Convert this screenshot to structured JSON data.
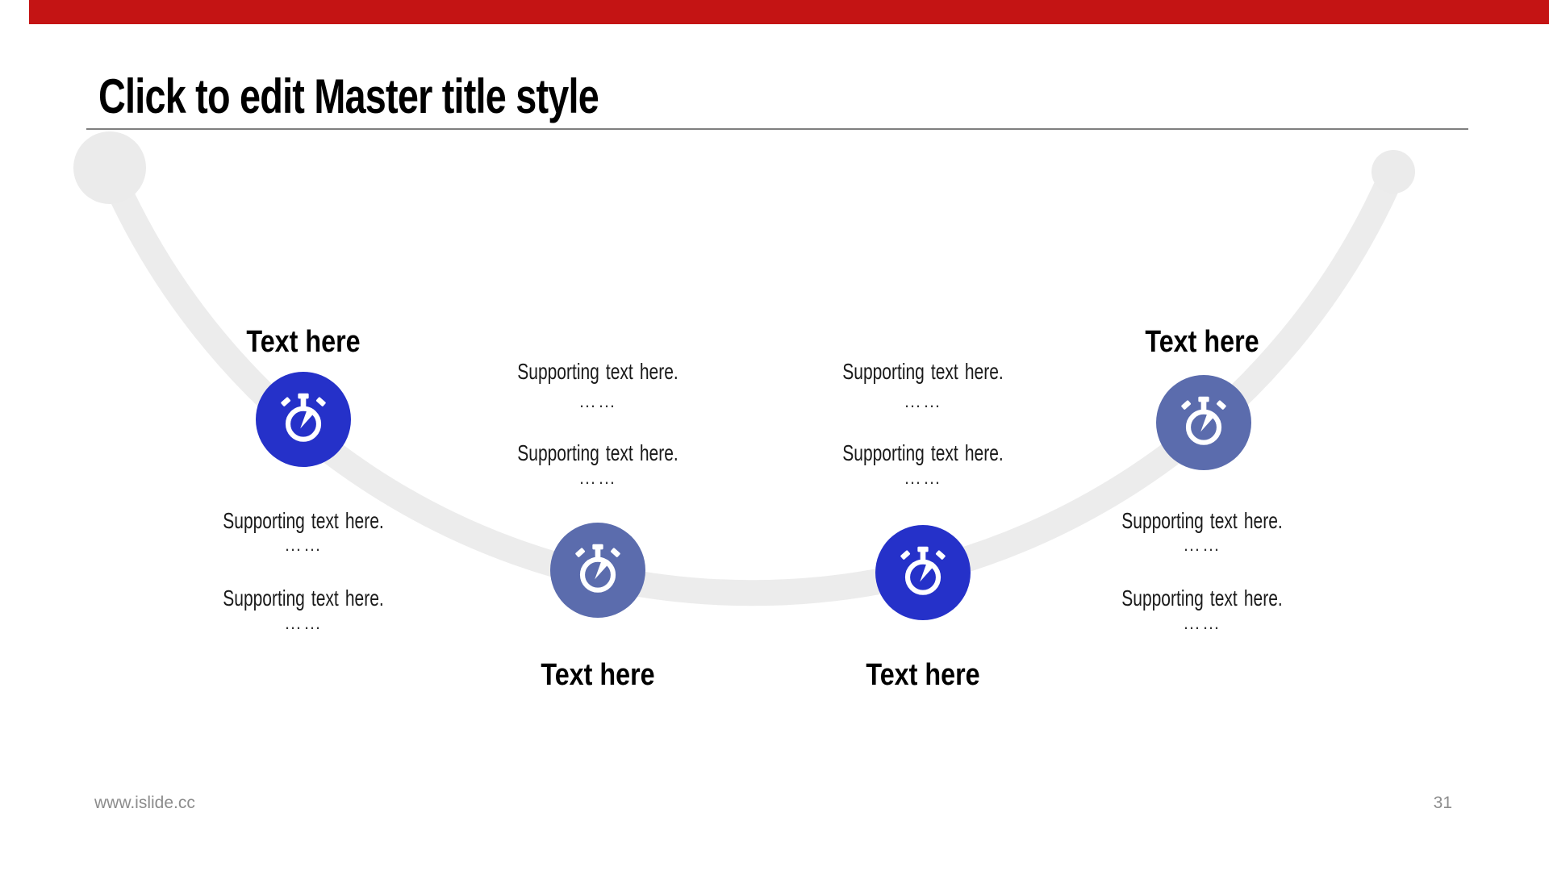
{
  "slide": {
    "title": "Click to edit Master title style",
    "footer_url": "www.islide.cc",
    "page_number": "31"
  },
  "colors": {
    "accent_red": "#C41414",
    "node_blue_bright": "#2531C9",
    "node_blue_muted": "#5B6CAD",
    "arc_gray": "#ECECEC",
    "rule_gray": "#7F7F7F",
    "footer_gray": "#8C8C8C"
  },
  "timeline": {
    "items": [
      {
        "label": "Text here",
        "icon": "stopwatch-icon",
        "color": "#2531C9",
        "supporting": [
          "Supporting text here.",
          "……",
          "Supporting text here.",
          "……"
        ]
      },
      {
        "label": "Text here",
        "icon": "stopwatch-icon",
        "color": "#5B6CAD",
        "supporting": [
          "Supporting text here.",
          "……",
          "Supporting text here.",
          "……"
        ]
      },
      {
        "label": "Text here",
        "icon": "stopwatch-icon",
        "color": "#2531C9",
        "supporting": [
          "Supporting text here.",
          "……",
          "Supporting text here.",
          "……"
        ]
      },
      {
        "label": "Text here",
        "icon": "stopwatch-icon",
        "color": "#5B6CAD",
        "supporting": [
          "Supporting text here.",
          "……",
          "Supporting text here.",
          "……"
        ]
      }
    ]
  }
}
